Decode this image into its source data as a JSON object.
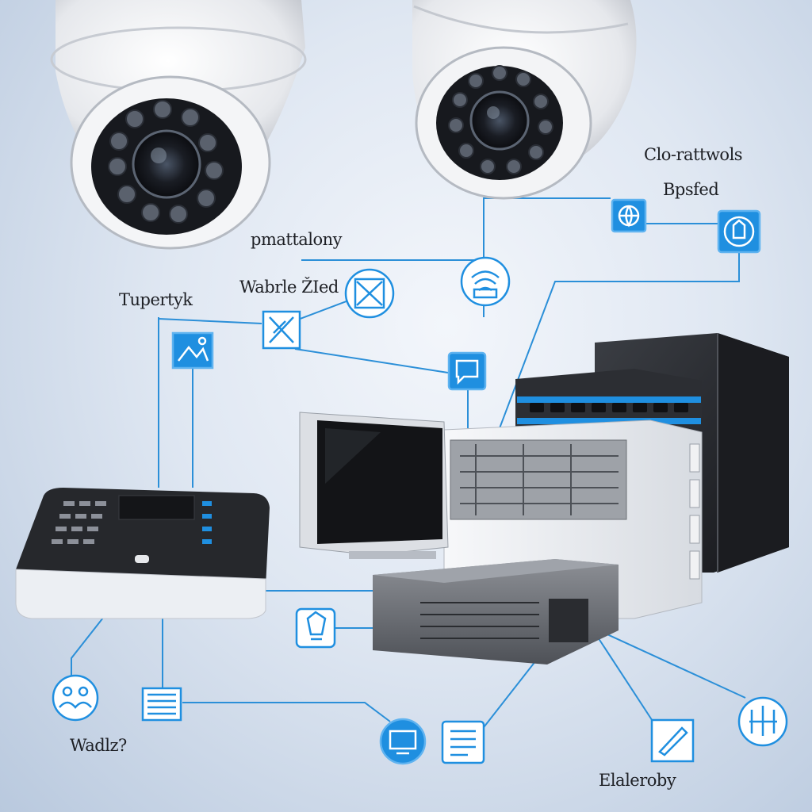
{
  "labels": {
    "top_right_1": "Clo-rattwols",
    "top_right_2": "Bpsfed",
    "center_top": "pmattalony",
    "center_mid": "Wabrle ŽIed",
    "left_mid": "Tupertyk",
    "bottom_left": "Wadlz?",
    "bottom_right": "Elaleroby"
  },
  "colors": {
    "accent": "#1f8fe0",
    "line": "#2b8fd8",
    "device_dark": "#2b2d31",
    "device_light": "#eceff3"
  },
  "icons": [
    "globe-icon",
    "shield-icon",
    "wifi-signal-icon",
    "network-x-icon",
    "tools-icon",
    "image-icon",
    "chat-icon",
    "lightbulb-icon",
    "people-icon",
    "server-rack-icon",
    "monitor-icon",
    "document-icon",
    "edit-icon",
    "hands-icon"
  ]
}
